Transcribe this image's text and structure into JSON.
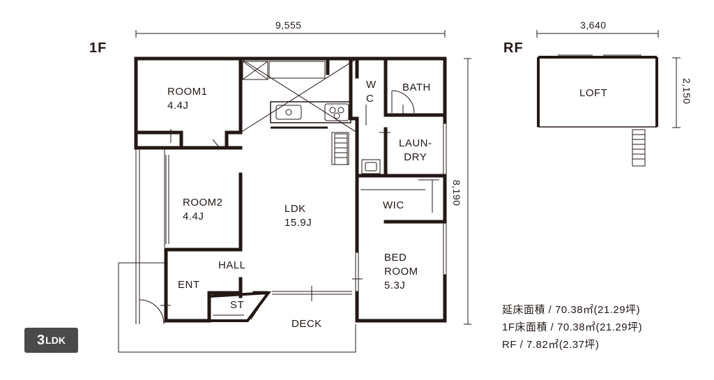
{
  "floors": {
    "first": "1F",
    "roof": "RF"
  },
  "dimensions": {
    "first_width": "9,555",
    "first_depth": "8,190",
    "roof_width": "3,640",
    "roof_depth": "2,150"
  },
  "rooms": {
    "room1_name": "ROOM1",
    "room1_size": "4.4J",
    "room2_name": "ROOM2",
    "room2_size": "4.4J",
    "ldk_name": "LDK",
    "ldk_size": "15.9J",
    "wc_line1": "W",
    "wc_line2": "C",
    "bath": "BATH",
    "laundry_line1": "LAUN-",
    "laundry_line2": "DRY",
    "wic": "WIC",
    "bed_line1": "BED",
    "bed_line2": "ROOM",
    "bed_size": "5.3J",
    "hall": "HALL",
    "ent": "ENT",
    "st": "ST",
    "deck": "DECK",
    "loft": "LOFT"
  },
  "badge": {
    "number": "3",
    "type": "LDK"
  },
  "areas": {
    "total": "延床面積 / 70.38㎡(21.29坪)",
    "first_floor": "1F床面積 / 70.38㎡(21.29坪)",
    "roof_floor": "RF / 7.82㎡(2.37坪)"
  }
}
